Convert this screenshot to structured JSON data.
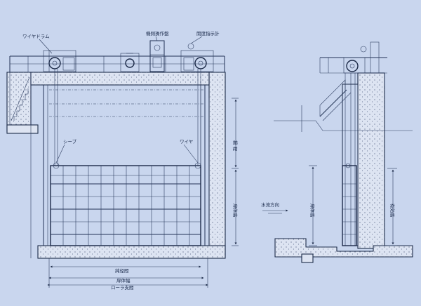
{
  "labels": {
    "wire_drum": "ワイヤドラム",
    "side_panel": "機側操作盤",
    "opening_indicator": "開度指示計",
    "sheave": "シーブ",
    "wire": "ワイヤ",
    "lift": "揚 程",
    "gate_height": "扉体高",
    "clear_span": "純径間",
    "gate_width": "扉体幅",
    "roller_span": "ローラ支間",
    "water_flow": "水流方向",
    "gate_height_side": "扉体高",
    "effective_height": "有効高"
  }
}
